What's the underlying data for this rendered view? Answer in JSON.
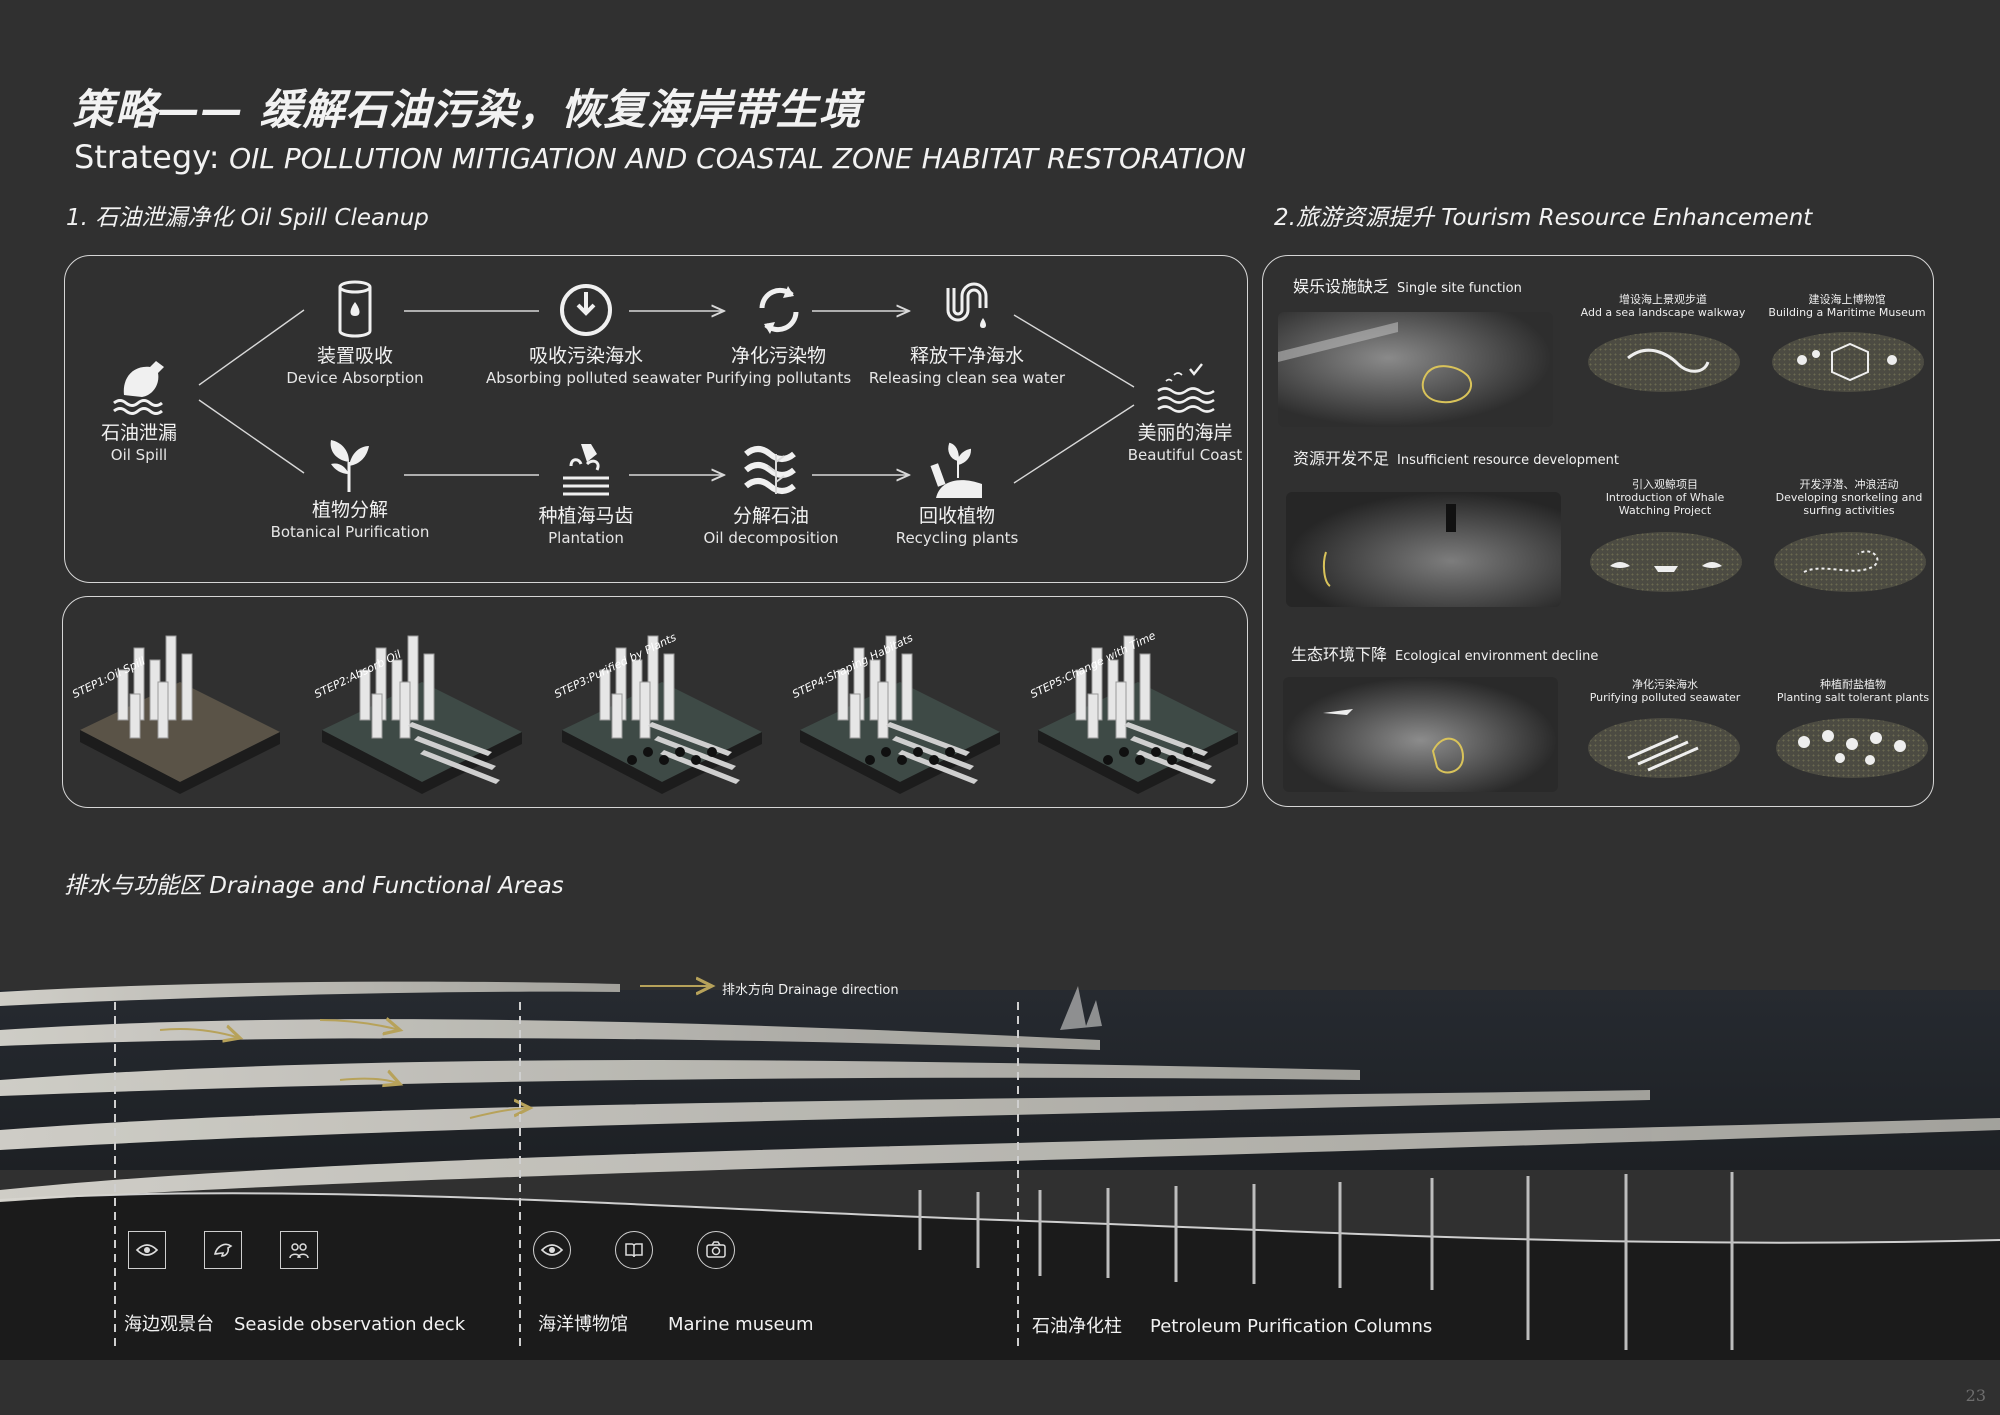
{
  "header": {
    "title_cn": "策略—— 缓解石油污染，恢复海岸带生境",
    "title_en_prefix": "Strategy:",
    "title_en": "OIL POLLUTION MITIGATION AND COASTAL ZONE HABITAT RESTORATION"
  },
  "cleanup": {
    "heading": "1. 石油泄漏净化    Oil Spill Cleanup",
    "source": {
      "cn": "石油泄漏",
      "en": "Oil Spill"
    },
    "target": {
      "cn": "美丽的海岸",
      "en": "Beautiful Coast"
    },
    "top_row": [
      {
        "cn": "装置吸收",
        "en": "Device Absorption",
        "icon": "barrel-icon"
      },
      {
        "cn": "吸收污染海水",
        "en": "Absorbing polluted seawater",
        "icon": "power-icon"
      },
      {
        "cn": "净化污染物",
        "en": "Purifying pollutants",
        "icon": "recycle-icon"
      },
      {
        "cn": "释放干净海水",
        "en": "Releasing clean sea water",
        "icon": "pipe-drop-icon"
      }
    ],
    "bottom_row": [
      {
        "cn": "植物分解",
        "en": "Botanical Purification",
        "icon": "plant-icon"
      },
      {
        "cn": "种植海马齿",
        "en": "Plantation",
        "icon": "planting-icon"
      },
      {
        "cn": "分解石油",
        "en": "Oil decomposition",
        "icon": "decompose-icon"
      },
      {
        "cn": "回收植物",
        "en": "Recycling plants",
        "icon": "recycle-plant-icon"
      }
    ],
    "steps": [
      "STEP1:Oil Spill",
      "STEP2:Absorb Oil",
      "STEP3:Purified by Plants",
      "STEP4:Shaping Habitats",
      "STEP5:Change with Time"
    ]
  },
  "tourism": {
    "heading": "2.旅游资源提升  Tourism Resource Enhancement",
    "rows": [
      {
        "cn": "娱乐设施缺乏",
        "en": "Single site function",
        "items": [
          {
            "cn": "增设海上景观步道",
            "en": "Add a sea landscape walkway"
          },
          {
            "cn": "建设海上博物馆",
            "en": "Building a Maritime Museum"
          }
        ]
      },
      {
        "cn": "资源开发不足",
        "en": "Insufficient resource development",
        "items": [
          {
            "cn": "引入观鲸项目",
            "en": "Introduction of Whale Watching Project"
          },
          {
            "cn": "开发浮潜、冲浪活动",
            "en": "Developing snorkeling and surfing activities"
          }
        ]
      },
      {
        "cn": "生态环境下降",
        "en": "Ecological environment decline",
        "items": [
          {
            "cn": "净化污染海水",
            "en": "Purifying polluted seawater"
          },
          {
            "cn": "种植耐盐植物",
            "en": "Planting salt tolerant plants"
          }
        ]
      }
    ]
  },
  "drainage": {
    "heading": "排水与功能区   Drainage and Functional Areas",
    "direction_label": "排水方向 Drainage direction",
    "zones": [
      {
        "cn": "海边观景台",
        "en": "Seaside observation deck",
        "icons": [
          "eye-icon",
          "dolphin-icon",
          "people-icon"
        ]
      },
      {
        "cn": "海洋博物馆",
        "en": "Marine museum",
        "icons": [
          "eye-icon",
          "book-icon",
          "camera-icon"
        ]
      },
      {
        "cn": "石油净化柱",
        "en": "Petroleum Purification Columns",
        "icons": []
      }
    ]
  },
  "page_number": "23",
  "colors": {
    "background": "#303030",
    "accent_gold": "#b7a25a",
    "line": "#d6d6d6"
  }
}
